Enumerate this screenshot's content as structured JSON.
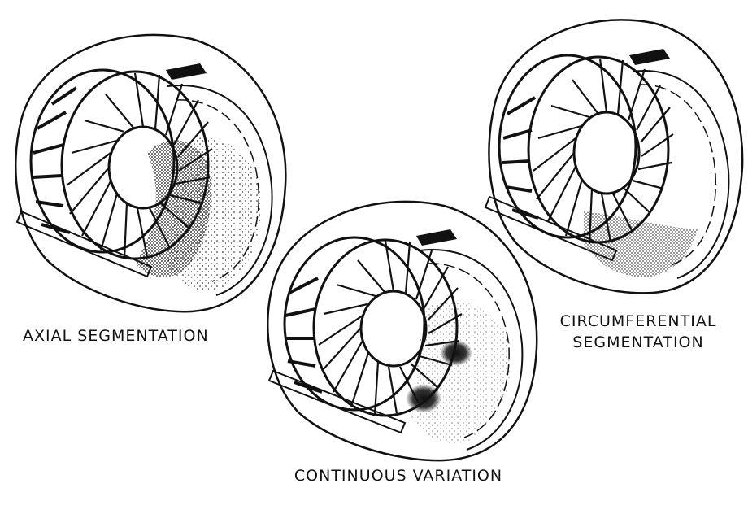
{
  "captions": {
    "axial": "AXIAL SEGMENTATION",
    "continuous": "CONTINUOUS VARIATION",
    "circumferential_line1": "CIRCUMFERENTIAL",
    "circumferential_line2": "SEGMENTATION"
  },
  "panels": [
    {
      "id": "axial",
      "treatment": "axial-segmentation"
    },
    {
      "id": "continuous",
      "treatment": "continuous-variation"
    },
    {
      "id": "circumferential",
      "treatment": "circumferential-segmentation"
    }
  ],
  "colors": {
    "ink": "#111111",
    "paper": "#ffffff"
  }
}
